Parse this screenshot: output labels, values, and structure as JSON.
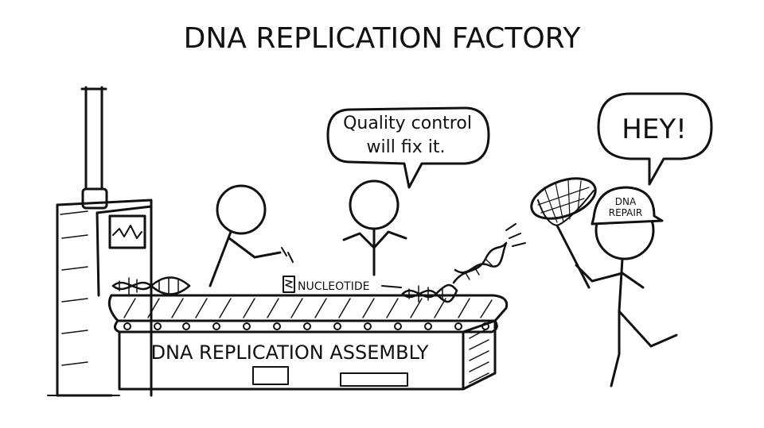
{
  "title": "DNA REPLICATION FACTORY",
  "machine": {
    "label": "DNA REPLICATION ASSEMBLY",
    "part_label": "NUCLEOTIDE"
  },
  "speech": {
    "worker": [
      "Quality control",
      "will fix it."
    ],
    "repair": "HEY!"
  },
  "helmet": [
    "DNA",
    "REPAIR"
  ],
  "colors": {
    "ink": "#111111",
    "paper": "#ffffff"
  }
}
